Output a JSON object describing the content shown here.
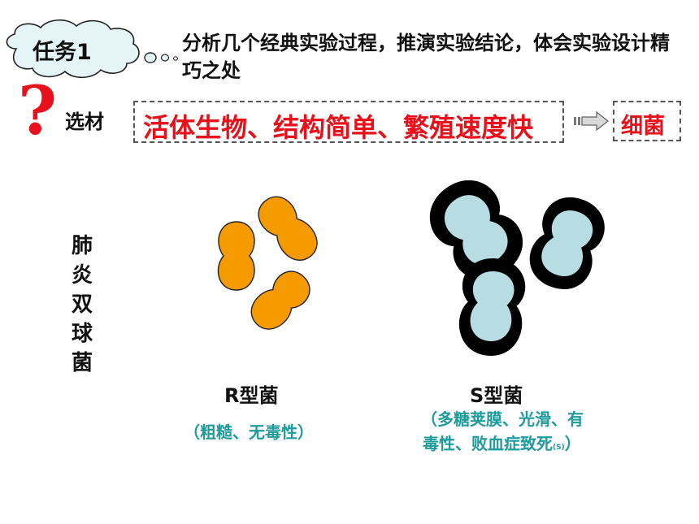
{
  "header": {
    "task_badge": "任务1",
    "task_text": "分析几个经典实验过程，推演实验结论，体会实验设计精巧之处"
  },
  "selection": {
    "question_mark": "?",
    "label": "选材",
    "criteria": "活体生物、结构简单、繁殖速度快",
    "result": "细菌"
  },
  "organism_label": [
    "肺",
    "炎",
    "双",
    "球",
    "菌"
  ],
  "r_type": {
    "name": "R型菌",
    "desc": "（粗糙、无毒性）"
  },
  "s_type": {
    "name": "S型菌",
    "desc_line1": "（多糖荚膜、光滑、有",
    "desc_line2": "毒性、败血症致死",
    "desc_mark": "(S)",
    "desc_close": "）"
  },
  "colors": {
    "red": "#e8101a",
    "r_bacteria": "#f59b00",
    "s_bacteria_body": "#b7dde2",
    "s_capsule": "#000000",
    "teal_text": "#1f9b9b"
  }
}
